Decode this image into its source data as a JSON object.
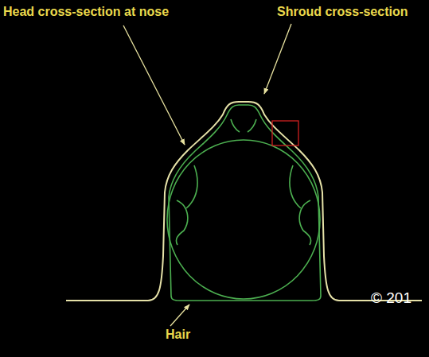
{
  "diagram": {
    "labels": [
      "Head cross-section at nose",
      "Shroud cross-section",
      "Hair",
      "© 201"
    ]
  }
}
